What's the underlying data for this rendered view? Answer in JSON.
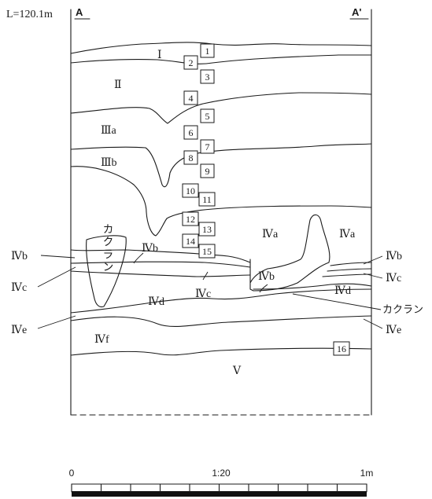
{
  "header": {
    "level_label": "L=120.1m",
    "left_point": "A",
    "right_point": "A'"
  },
  "layers": [
    "I",
    "II",
    "IIIa",
    "IIIb",
    "IVa",
    "IVa",
    "IVb",
    "IVb",
    "IVc",
    "IVd",
    "V"
  ],
  "inner_labels": {
    "layer_I": "Ⅰ",
    "layer_II": "Ⅱ",
    "layer_IIIa": "Ⅲa",
    "layer_IIIb": "Ⅲb",
    "layer_IVa_left": "Ⅳa",
    "layer_IVa_right": "Ⅳa",
    "layer_IVb_inner": "Ⅳb",
    "layer_IVb_center": "Ⅳb",
    "layer_IVc_inner": "Ⅳc",
    "layer_IVd_inner": "Ⅳd",
    "layer_IVd_right": "Ⅳd",
    "layer_IVf": "Ⅳf",
    "layer_V": "Ⅴ",
    "kakuran_inner": "カクラン"
  },
  "side_labels": {
    "left_IVb": "Ⅳb",
    "left_IVc": "Ⅳc",
    "left_IVe": "Ⅳe",
    "right_IVb": "Ⅳb",
    "right_IVc": "Ⅳc",
    "right_IVe": "Ⅳe",
    "right_kakuran": "カクラン"
  },
  "samples": [
    "1",
    "2",
    "3",
    "4",
    "5",
    "6",
    "7",
    "8",
    "9",
    "10",
    "11",
    "12",
    "13",
    "14",
    "15",
    "16"
  ],
  "scale": {
    "start": "0",
    "ratio": "1:20",
    "end": "1m"
  }
}
